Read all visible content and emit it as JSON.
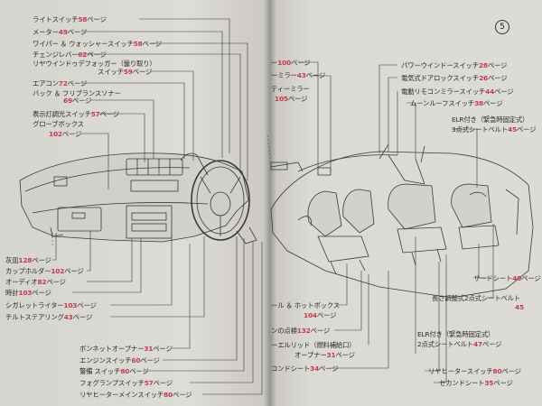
{
  "page_number": "5",
  "left_labels": [
    {
      "text": "ライトスイッチ",
      "page": "58",
      "unit": "ページ"
    },
    {
      "text": "メーター",
      "page": "49",
      "unit": "ページ"
    },
    {
      "text": "ワイパー ＆ ウォッシャースイッチ",
      "page": "58",
      "unit": "ページ"
    },
    {
      "text": "チェンジレバー",
      "page": "62",
      "unit": "ページ"
    },
    {
      "text": "リヤウインドゥデフォッガー（曇り取り）",
      "page": "",
      "unit": ""
    },
    {
      "text": "スイッチ",
      "page": "59",
      "unit": "ページ"
    },
    {
      "text": "エアコン",
      "page": "72",
      "unit": "ページ"
    },
    {
      "text": "バック ＆ フリブランスソナー",
      "page": "",
      "unit": ""
    },
    {
      "text": "",
      "page": "69",
      "unit": "ページ"
    },
    {
      "text": "表示灯調光スイッチ",
      "page": "57",
      "unit": "ページ"
    },
    {
      "text": "グローブボックス",
      "page": "",
      "unit": ""
    },
    {
      "text": "",
      "page": "102",
      "unit": "ページ"
    },
    {
      "text": "灰皿",
      "page": "128",
      "unit": "ページ"
    },
    {
      "text": "カップホルダー",
      "page": "102",
      "unit": "ページ"
    },
    {
      "text": "オーディオ",
      "page": "82",
      "unit": "ページ"
    },
    {
      "text": "時計",
      "page": "103",
      "unit": "ページ"
    },
    {
      "text": "シガレットライター",
      "page": "103",
      "unit": "ページ"
    },
    {
      "text": "チルトステアリング",
      "page": "43",
      "unit": "ページ"
    },
    {
      "text": "ボンネットオープナー",
      "page": "31",
      "unit": "ページ"
    },
    {
      "text": "エンジンスイッチ",
      "page": "60",
      "unit": "ページ"
    },
    {
      "text": "警備 スイッチ",
      "page": "80",
      "unit": "ページ"
    },
    {
      "text": "フォグランプスイッチ",
      "page": "57",
      "unit": "ページ"
    },
    {
      "text": "リヤヒーターメインスイッチ",
      "page": "80",
      "unit": "ページ"
    }
  ],
  "right_labels": [
    {
      "text": "ー",
      "page": "100",
      "unit": "ページ"
    },
    {
      "text": "ーミラー",
      "page": "43",
      "unit": "ページ"
    },
    {
      "text": "ティーミラー",
      "page": "",
      "unit": ""
    },
    {
      "text": "",
      "page": "105",
      "unit": "ページ"
    },
    {
      "text": "パワーウインドースイッチ",
      "page": "28",
      "unit": "ページ"
    },
    {
      "text": "電気式ドアロックスイッチ",
      "page": "26",
      "unit": "ページ"
    },
    {
      "text": "電動リモコンミラースイッチ",
      "page": "44",
      "unit": "ページ"
    },
    {
      "text": "ムーンルーフスイッチ",
      "page": "38",
      "unit": "ページ"
    },
    {
      "text": "ELR付き（緊急時固定式）",
      "page": "",
      "unit": ""
    },
    {
      "text": "3点式シートベルト",
      "page": "45",
      "unit": "ページ"
    },
    {
      "text": "サードシート",
      "page": "40",
      "unit": "ページ"
    },
    {
      "text": "長さ調整式2点式シートベルト",
      "page": "",
      "unit": ""
    },
    {
      "text": "",
      "page": "45",
      "unit": "ページ"
    },
    {
      "text": "ール ＆ ホットボックス",
      "page": "",
      "unit": ""
    },
    {
      "text": "",
      "page": "104",
      "unit": "ページ"
    },
    {
      "text": "ンの点検",
      "page": "132",
      "unit": "ページ"
    },
    {
      "text": "ーエルリッド（燃料補給口）",
      "page": "",
      "unit": ""
    },
    {
      "text": "オープナー",
      "page": "31",
      "unit": "ページ"
    },
    {
      "text": "コンドシート",
      "page": "34",
      "unit": "ページ"
    },
    {
      "text": "ELR付き（緊急時固定式）",
      "page": "",
      "unit": ""
    },
    {
      "text": "2点式シートベルト",
      "page": "47",
      "unit": "ページ"
    },
    {
      "text": "リヤヒータースイッチ",
      "page": "80",
      "unit": "ページ"
    },
    {
      "text": "セカンドシート",
      "page": "35",
      "unit": "ページ"
    }
  ]
}
